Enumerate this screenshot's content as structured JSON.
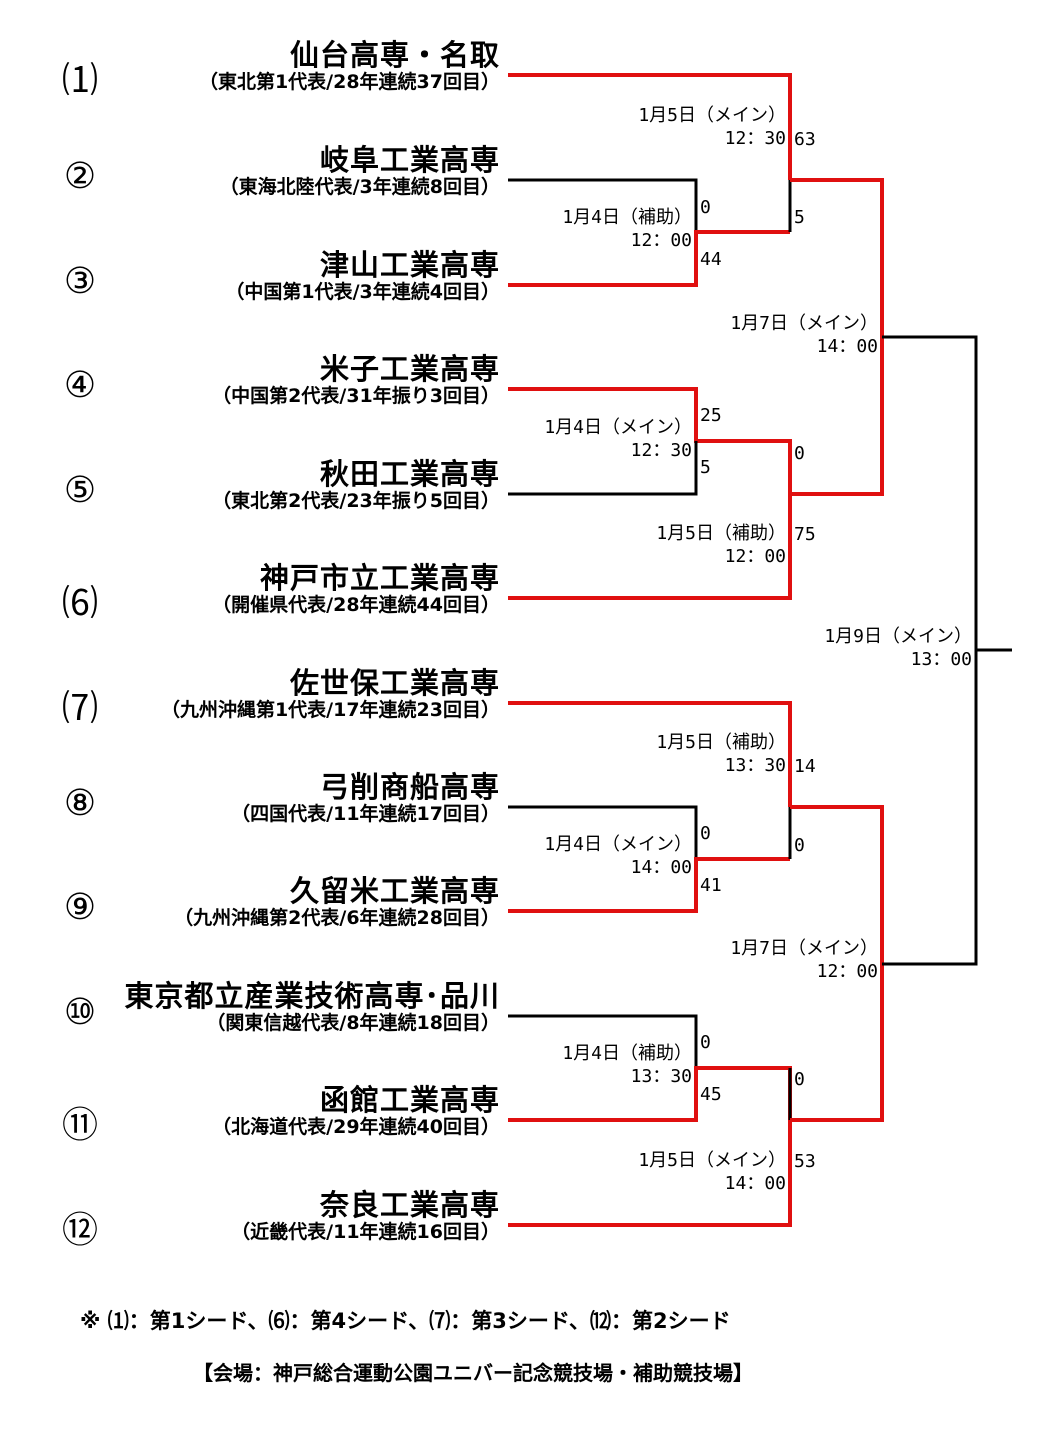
{
  "colors": {
    "winner_line": "#e01010",
    "loser_line": "#000000"
  },
  "teams": [
    {
      "seed": "⑴",
      "name": "仙台高専・名取",
      "sub": "（東北第1代表/28年連続37回目）"
    },
    {
      "seed": "②",
      "name": "岐阜工業高専",
      "sub": "（東海北陸代表/3年連続8回目）"
    },
    {
      "seed": "③",
      "name": "津山工業高専",
      "sub": "（中国第1代表/3年連続4回目）"
    },
    {
      "seed": "④",
      "name": "米子工業高専",
      "sub": "（中国第2代表/31年振り3回目）"
    },
    {
      "seed": "⑤",
      "name": "秋田工業高専",
      "sub": "（東北第2代表/23年振り5回目）"
    },
    {
      "seed": "⑹",
      "name": "神戸市立工業高専",
      "sub": "（開催県代表/28年連続44回目）"
    },
    {
      "seed": "⑺",
      "name": "佐世保工業高専",
      "sub": "（九州沖縄第1代表/17年連続23回目）"
    },
    {
      "seed": "⑧",
      "name": "弓削商船高専",
      "sub": "（四国代表/11年連続17回目）"
    },
    {
      "seed": "⑨",
      "name": "久留米工業高専",
      "sub": "（九州沖縄第2代表/6年連続28回目）"
    },
    {
      "seed": "⑩",
      "name": "東京都立産業技術高専･品川",
      "sub": "（関東信越代表/8年連続18回目）"
    },
    {
      "seed": "⑪",
      "name": "函館工業高専",
      "sub": "（北海道代表/29年連続40回目）"
    },
    {
      "seed": "⑫",
      "name": "奈良工業高専",
      "sub": "（近畿代表/11年連続16回目）"
    }
  ],
  "matches": [
    {
      "id": "r1a",
      "date": "1月4日（補助）",
      "time": "12：00",
      "top_score": "0",
      "bottom_score": "44",
      "winner": "bottom"
    },
    {
      "id": "r1b",
      "date": "1月4日（メイン）",
      "time": "12：30",
      "top_score": "25",
      "bottom_score": "5",
      "winner": "top"
    },
    {
      "id": "r1c",
      "date": "1月4日（メイン）",
      "time": "14：00",
      "top_score": "0",
      "bottom_score": "41",
      "winner": "bottom"
    },
    {
      "id": "r1d",
      "date": "1月4日（補助）",
      "time": "13：30",
      "top_score": "0",
      "bottom_score": "45",
      "winner": "bottom"
    },
    {
      "id": "r2a",
      "date": "1月5日（メイン）",
      "time": "12：30",
      "top_score": "63",
      "bottom_score": "5",
      "winner": "top"
    },
    {
      "id": "r2b",
      "date": "1月5日（補助）",
      "time": "12：00",
      "top_score": "0",
      "bottom_score": "75",
      "winner": "bottom"
    },
    {
      "id": "r2c",
      "date": "1月5日（補助）",
      "time": "13：30",
      "top_score": "14",
      "bottom_score": "0",
      "winner": "top"
    },
    {
      "id": "r2d",
      "date": "1月5日（メイン）",
      "time": "14：00",
      "top_score": "0",
      "bottom_score": "53",
      "winner": "bottom"
    },
    {
      "id": "sf1",
      "date": "1月7日（メイン）",
      "time": "14：00"
    },
    {
      "id": "sf2",
      "date": "1月7日（メイン）",
      "time": "12：00"
    },
    {
      "id": "final",
      "date": "1月9日（メイン）",
      "time": "13：00"
    }
  ],
  "footnote": "※ ⑴：第1シード、⑹：第4シード、⑺：第3シード、⑿：第2シード",
  "venue": "【会場：神戸総合運動公園ユニバー記念競技場・補助競技場】"
}
